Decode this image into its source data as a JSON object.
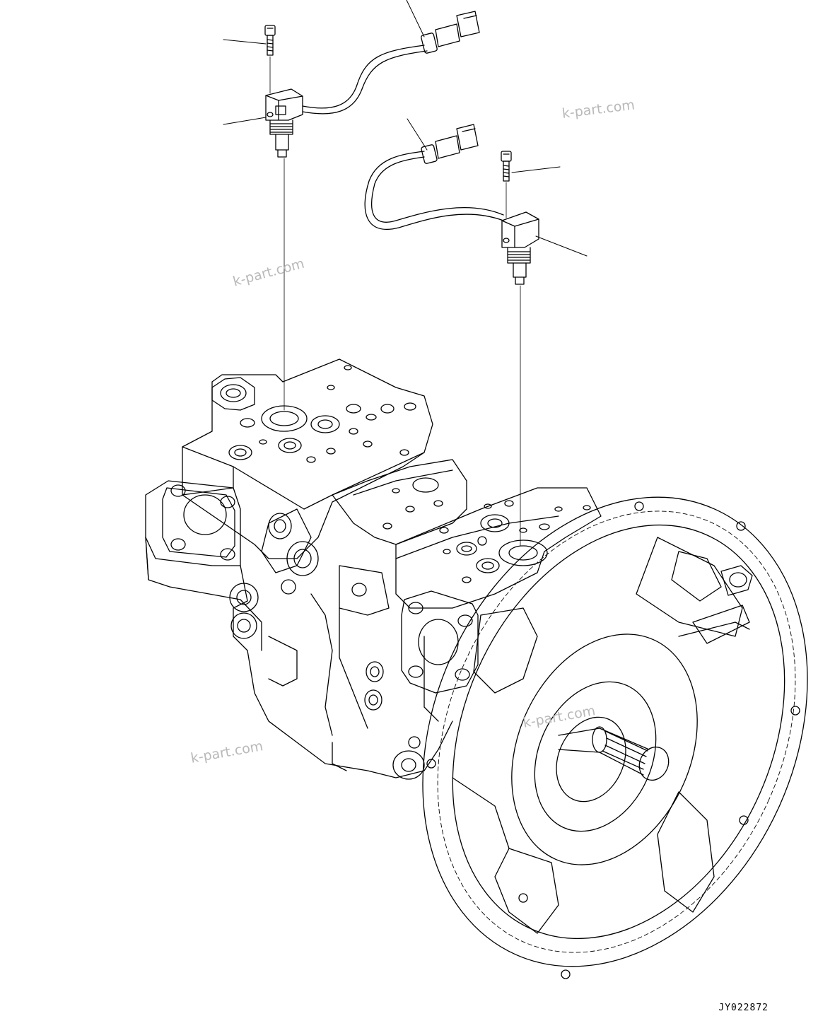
{
  "drawing_id": "JY022872",
  "watermarks": [
    "k-part.com",
    "k-part.com",
    "k-part.com",
    "k-part.com"
  ],
  "colors": {
    "line": "#000000",
    "watermark": "#b9b9b9",
    "background": "#ffffff"
  }
}
